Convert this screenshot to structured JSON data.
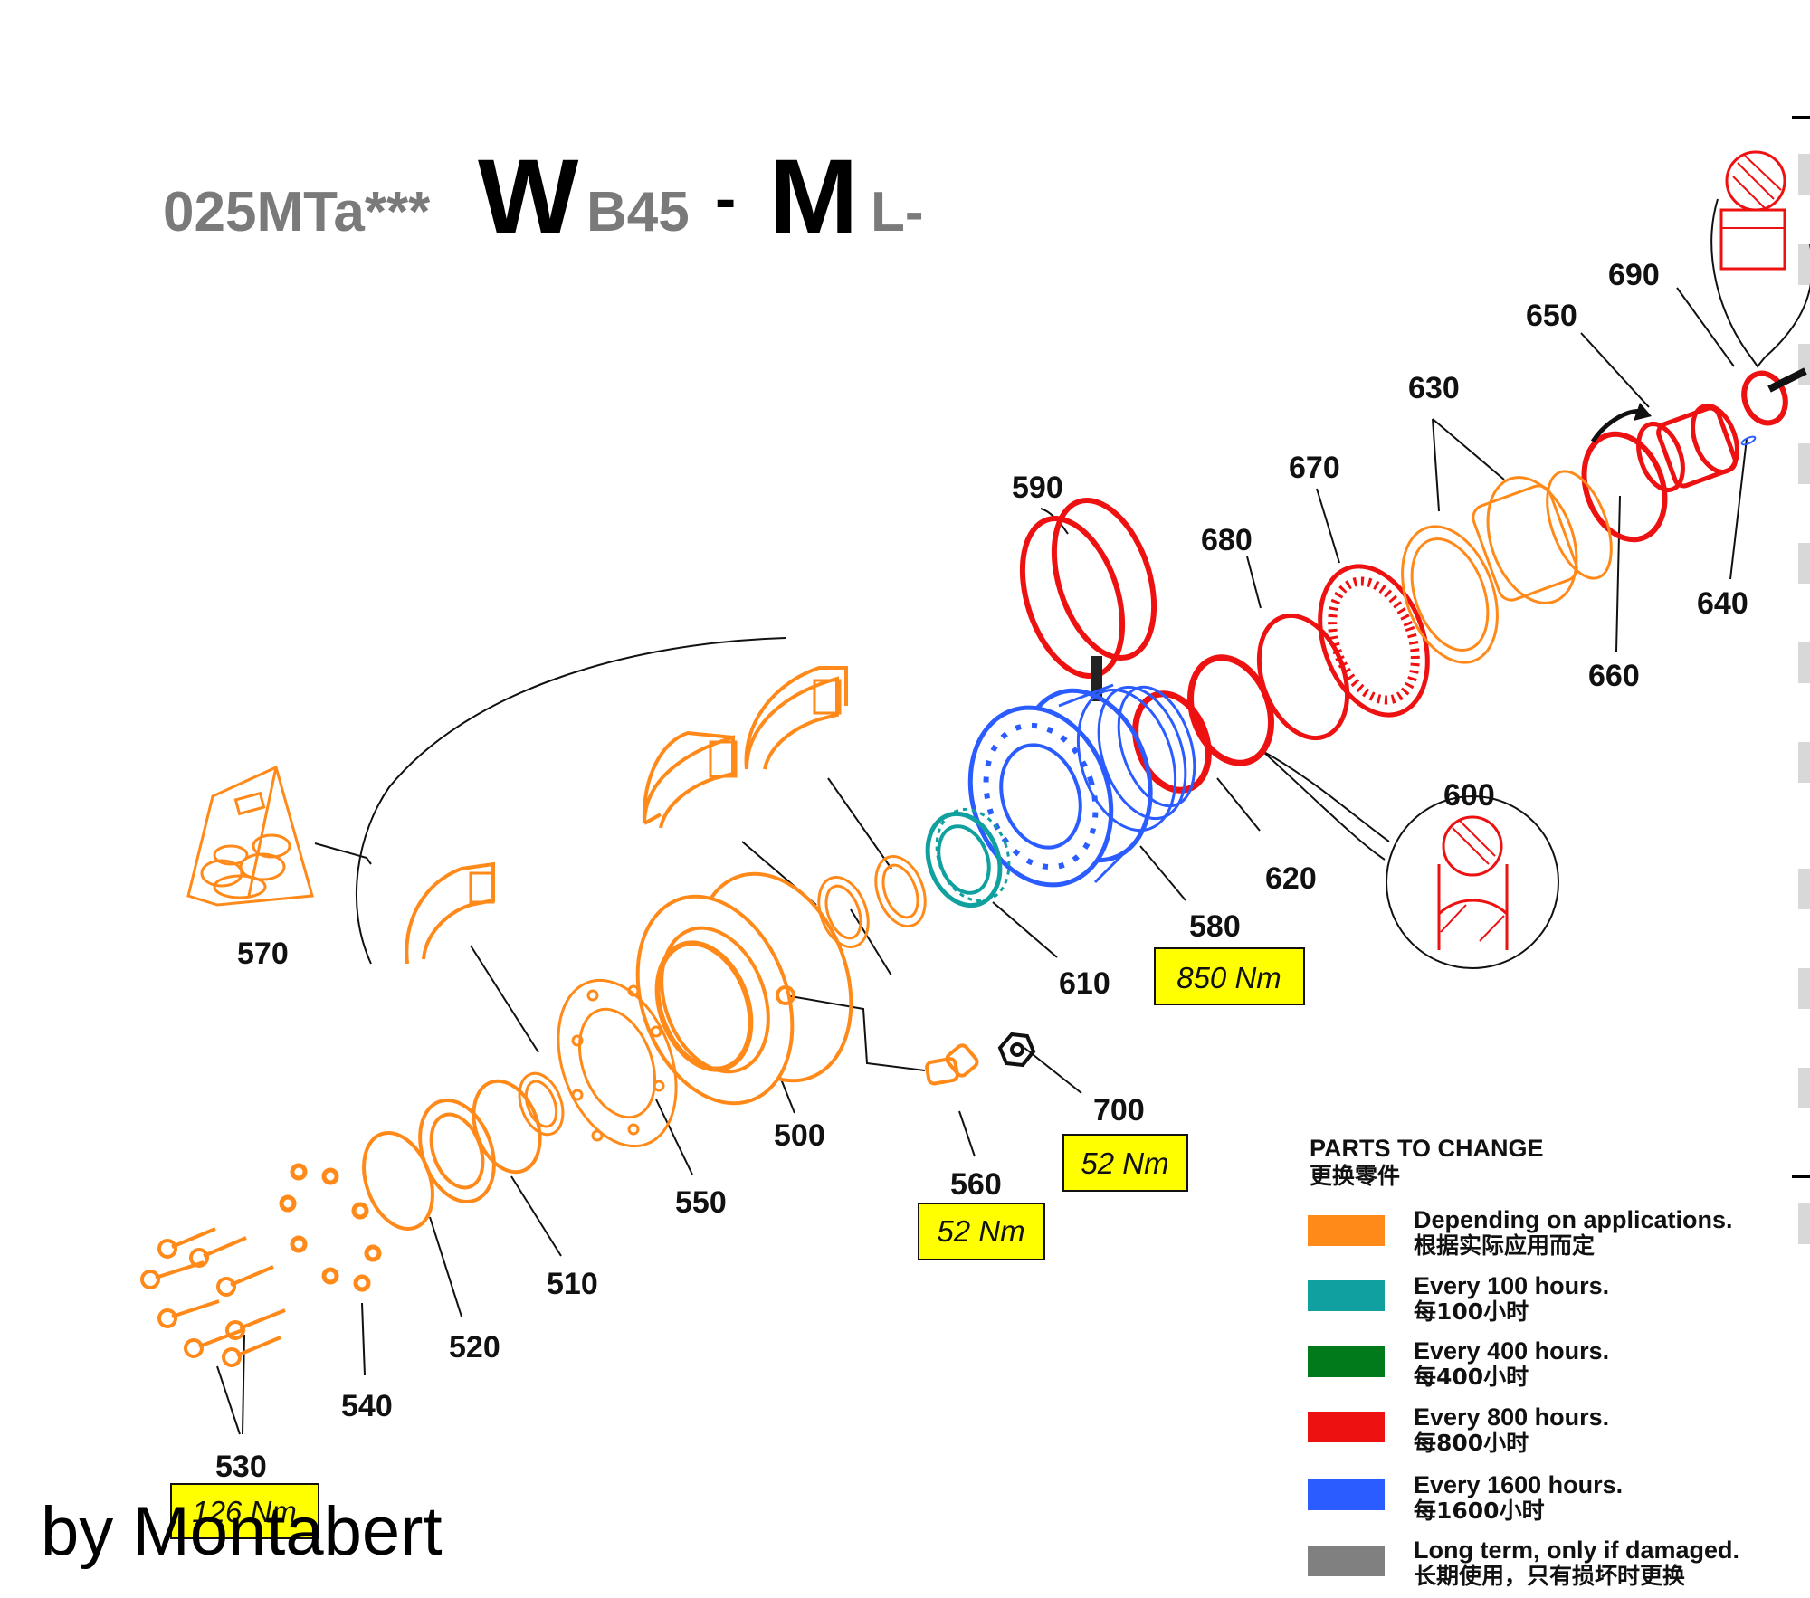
{
  "title": {
    "prefix": "025MTa***",
    "letter1": "W",
    "code1": "B45",
    "dash1": "-",
    "letter2": "M",
    "code2": "L-"
  },
  "part_labels": [
    "690",
    "650",
    "630",
    "670",
    "590",
    "680",
    "640",
    "660",
    "600",
    "620",
    "580",
    "610",
    "570",
    "500",
    "700",
    "560",
    "550",
    "510",
    "520",
    "540",
    "530"
  ],
  "torque_labels": {
    "t580": "850 Nm",
    "t700": "52 Nm",
    "t560": "52 Nm",
    "t530": "126 Nm"
  },
  "legend": {
    "heading_en": "PARTS TO CHANGE",
    "heading_cn": "更换零件",
    "items": [
      {
        "color": "#ff8a1a",
        "en": "Depending on applications.",
        "cn": "根据实际应用而定"
      },
      {
        "color": "#10a0a0",
        "en": "Every 100 hours.",
        "cn": "每100小时"
      },
      {
        "color": "#007a1a",
        "en": "Every 400 hours.",
        "cn": "每400小时"
      },
      {
        "color": "#ee1111",
        "en": "Every 800 hours.",
        "cn": "每800小时"
      },
      {
        "color": "#2a5cff",
        "en": "Every 1600 hours.",
        "cn": "每1600小时"
      },
      {
        "color": "#808080",
        "en": "Long term, only if damaged.",
        "cn": "长期使用，只有损坏时更换"
      }
    ]
  },
  "watermark": "by Montabert",
  "colors": {
    "orange": "#ff8a1a",
    "teal": "#10a0a0",
    "red": "#ee1111",
    "blue": "#2a5cff",
    "highlight": "#ffff00"
  }
}
